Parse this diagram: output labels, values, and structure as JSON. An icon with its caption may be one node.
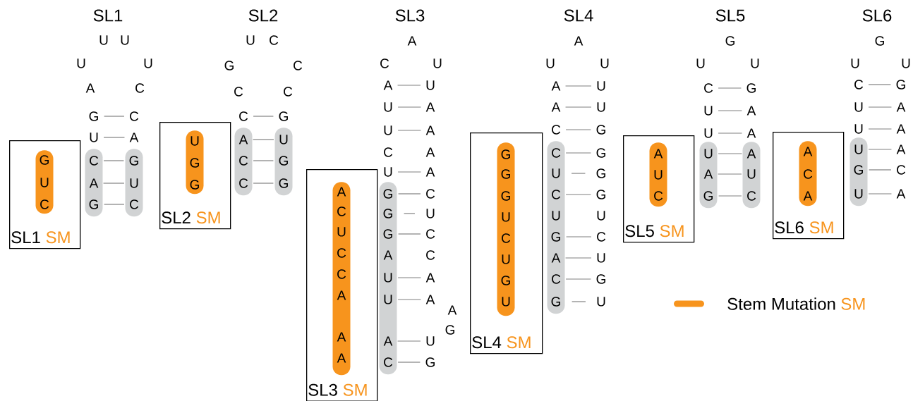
{
  "diagram": {
    "nodes": [
      {
        "text": [
          "SL1",
          "SM"
        ]
      },
      {
        "text": [
          "G",
          "U",
          "C"
        ],
        "in": 0
      },
      {
        "text": [],
        "shape": "bar"
      },
      {
        "text": [],
        "shape": "bar"
      },
      {
        "text": [
          "G"
        ]
      },
      {
        "text": [
          "C"
        ]
      },
      {
        "text": [
          "U"
        ]
      },
      {
        "text": [
          "A"
        ]
      },
      {
        "text": [
          "C"
        ],
        "in": 2
      },
      {
        "text": [
          "G"
        ],
        "in": 3
      },
      {
        "text": [
          "A"
        ],
        "in": 2
      },
      {
        "text": [
          "U"
        ],
        "in": 3
      },
      {
        "text": [
          "G"
        ],
        "in": 2
      },
      {
        "text": [
          "C"
        ],
        "in": 3
      },
      {
        "text": [
          "SL2",
          "SM"
        ]
      },
      {
        "text": [
          "U",
          "G",
          "G"
        ],
        "in": 14
      },
      {
        "text": [],
        "shape": "bar"
      },
      {
        "text": [],
        "shape": "bar"
      },
      {
        "text": [
          "C"
        ]
      },
      {
        "text": [
          "G"
        ]
      },
      {
        "text": [
          "A"
        ],
        "in": 16
      },
      {
        "text": [
          "U"
        ],
        "in": 17
      },
      {
        "text": [
          "C"
        ],
        "in": 16
      },
      {
        "text": [
          "G"
        ],
        "in": 17
      },
      {
        "text": [
          "C"
        ],
        "in": 16
      },
      {
        "text": [
          "G"
        ],
        "in": 17
      },
      {
        "text": [
          "SL3",
          "SM"
        ]
      },
      {
        "text": [
          "A",
          "C",
          "U",
          "C",
          "C",
          "A",
          "A",
          "A"
        ],
        "in": 26
      },
      {
        "text": [],
        "shape": "bar"
      },
      {
        "text": [
          "A"
        ]
      },
      {
        "text": [
          "U"
        ]
      },
      {
        "text": [
          "U"
        ]
      },
      {
        "text": [
          "A"
        ]
      },
      {
        "text": [
          "U"
        ]
      },
      {
        "text": [
          "A"
        ]
      },
      {
        "text": [
          "C"
        ]
      },
      {
        "text": [
          "A"
        ]
      },
      {
        "text": [
          "U"
        ]
      },
      {
        "text": [
          "A"
        ]
      },
      {
        "text": [
          "G"
        ],
        "in": 28
      },
      {
        "text": [
          "C"
        ]
      },
      {
        "text": [
          "G"
        ],
        "in": 28
      },
      {
        "text": [
          "U"
        ]
      },
      {
        "text": [
          "G"
        ],
        "in": 28
      },
      {
        "text": [
          "C"
        ]
      },
      {
        "text": [
          "A"
        ],
        "in": 28
      },
      {
        "text": [
          "C"
        ]
      },
      {
        "text": [
          "U"
        ],
        "in": 28
      },
      {
        "text": [
          "A"
        ]
      },
      {
        "text": [
          "U"
        ],
        "in": 28
      },
      {
        "text": [
          "A"
        ]
      },
      {
        "text": [
          "A"
        ],
        "in": 28
      },
      {
        "text": [
          "U"
        ]
      },
      {
        "text": [
          "C"
        ],
        "in": 28
      },
      {
        "text": [
          "G"
        ]
      },
      {
        "text": [
          "SL4",
          "SM"
        ]
      },
      {
        "text": [
          "G",
          "G",
          "G",
          "U",
          "C",
          "U",
          "G",
          "U"
        ],
        "in": 55
      },
      {
        "text": [],
        "shape": "bar"
      },
      {
        "text": [
          "A"
        ]
      },
      {
        "text": [
          "U"
        ]
      },
      {
        "text": [
          "A"
        ]
      },
      {
        "text": [
          "U"
        ]
      },
      {
        "text": [
          "C"
        ]
      },
      {
        "text": [
          "G"
        ]
      },
      {
        "text": [
          "C"
        ],
        "in": 57
      },
      {
        "text": [
          "G"
        ]
      },
      {
        "text": [
          "U"
        ],
        "in": 57
      },
      {
        "text": [
          "G"
        ]
      },
      {
        "text": [
          "C"
        ],
        "in": 57
      },
      {
        "text": [
          "G"
        ]
      },
      {
        "text": [
          "U"
        ],
        "in": 57
      },
      {
        "text": [
          "U"
        ]
      },
      {
        "text": [
          "G"
        ],
        "in": 57
      },
      {
        "text": [
          "C"
        ]
      },
      {
        "text": [
          "A"
        ],
        "in": 57
      },
      {
        "text": [
          "U"
        ]
      },
      {
        "text": [
          "C"
        ],
        "in": 57
      },
      {
        "text": [
          "G"
        ]
      },
      {
        "text": [
          "G"
        ],
        "in": 57
      },
      {
        "text": [
          "U"
        ]
      },
      {
        "text": [
          "SL5",
          "SM"
        ]
      },
      {
        "text": [
          "A",
          "U",
          "C"
        ],
        "in": 80
      },
      {
        "text": [],
        "shape": "bar"
      },
      {
        "text": [],
        "shape": "bar"
      },
      {
        "text": [
          "C"
        ]
      },
      {
        "text": [
          "G"
        ]
      },
      {
        "text": [
          "U"
        ]
      },
      {
        "text": [
          "A"
        ]
      },
      {
        "text": [
          "U"
        ]
      },
      {
        "text": [
          "A"
        ]
      },
      {
        "text": [
          "U"
        ],
        "in": 82
      },
      {
        "text": [
          "A"
        ],
        "in": 83
      },
      {
        "text": [
          "A"
        ],
        "in": 82
      },
      {
        "text": [
          "U"
        ],
        "in": 83
      },
      {
        "text": [
          "G"
        ],
        "in": 82
      },
      {
        "text": [
          "C"
        ],
        "in": 83
      },
      {
        "text": [
          "SL6",
          "SM"
        ]
      },
      {
        "text": [
          "A",
          "C",
          "A"
        ],
        "in": 96
      },
      {
        "text": [],
        "shape": "bar"
      },
      {
        "text": [
          "C"
        ]
      },
      {
        "text": [
          "G"
        ]
      },
      {
        "text": [
          "U"
        ]
      },
      {
        "text": [
          "A"
        ]
      },
      {
        "text": [
          "U"
        ]
      },
      {
        "text": [
          "A"
        ]
      },
      {
        "text": [
          "U"
        ],
        "in": 98
      },
      {
        "text": [
          "A"
        ]
      },
      {
        "text": [
          "G"
        ],
        "in": 98
      },
      {
        "text": [
          "C"
        ]
      },
      {
        "text": [
          "U"
        ],
        "in": 98
      },
      {
        "text": [
          "A"
        ]
      }
    ],
    "edges": [
      {
        "from": 4,
        "to": 5,
        "arrow": "none"
      },
      {
        "from": 6,
        "to": 7,
        "arrow": "none"
      },
      {
        "from": 8,
        "to": 9,
        "arrow": "none"
      },
      {
        "from": 10,
        "to": 11,
        "arrow": "none"
      },
      {
        "from": 12,
        "to": 13,
        "arrow": "none"
      },
      {
        "from": 18,
        "to": 19,
        "arrow": "none"
      },
      {
        "from": 20,
        "to": 21,
        "arrow": "none"
      },
      {
        "from": 22,
        "to": 23,
        "arrow": "none"
      },
      {
        "from": 24,
        "to": 25,
        "arrow": "none"
      },
      {
        "from": 29,
        "to": 30,
        "arrow": "none"
      },
      {
        "from": 31,
        "to": 32,
        "arrow": "none"
      },
      {
        "from": 33,
        "to": 34,
        "arrow": "none"
      },
      {
        "from": 37,
        "to": 38,
        "arrow": "none"
      },
      {
        "from": 39,
        "to": 40,
        "arrow": "none"
      },
      {
        "from": 41,
        "to": 42,
        "arrow": "none"
      },
      {
        "from": 43,
        "to": 44,
        "arrow": "none"
      },
      {
        "from": 47,
        "to": 48,
        "arrow": "none"
      },
      {
        "from": 49,
        "to": 50,
        "arrow": "none"
      },
      {
        "from": 51,
        "to": 52,
        "arrow": "none"
      },
      {
        "from": 53,
        "to": 54,
        "arrow": "none"
      },
      {
        "from": 58,
        "to": 59,
        "arrow": "none"
      },
      {
        "from": 60,
        "to": 61,
        "arrow": "none"
      },
      {
        "from": 62,
        "to": 63,
        "arrow": "none"
      },
      {
        "from": 64,
        "to": 65,
        "arrow": "none"
      },
      {
        "from": 66,
        "to": 67,
        "arrow": "none"
      },
      {
        "from": 68,
        "to": 69,
        "arrow": "none"
      },
      {
        "from": 72,
        "to": 73,
        "arrow": "none"
      },
      {
        "from": 74,
        "to": 75,
        "arrow": "none"
      },
      {
        "from": 76,
        "to": 77,
        "arrow": "none"
      },
      {
        "from": 78,
        "to": 79,
        "arrow": "none"
      },
      {
        "from": 84,
        "to": 85,
        "arrow": "none"
      },
      {
        "from": 86,
        "to": 87,
        "arrow": "none"
      },
      {
        "from": 88,
        "to": 89,
        "arrow": "none"
      },
      {
        "from": 90,
        "to": 91,
        "arrow": "none"
      },
      {
        "from": 92,
        "to": 93,
        "arrow": "none"
      },
      {
        "from": 94,
        "to": 95,
        "arrow": "none"
      },
      {
        "from": 99,
        "to": 100,
        "arrow": "none"
      },
      {
        "from": 101,
        "to": 102,
        "arrow": "none"
      },
      {
        "from": 103,
        "to": 104,
        "arrow": "none"
      },
      {
        "from": 105,
        "to": 106,
        "arrow": "none"
      },
      {
        "from": 107,
        "to": 108,
        "arrow": "none"
      },
      {
        "from": 109,
        "to": 110,
        "arrow": "none"
      }
    ],
    "labels": [
      "SL1",
      "U",
      "U",
      "U",
      "U",
      "A",
      "C",
      "SL2",
      "U",
      "C",
      "G",
      "C",
      "C",
      "C",
      "SL3",
      "A",
      "C",
      "U",
      "A",
      "G",
      "SL4",
      "A",
      "U",
      "U",
      "SL5",
      "G",
      "U",
      "U",
      "SL6",
      "G",
      "U",
      "U",
      "SM"
    ],
    "legend": [
      {
        "text": "Stem Mutation",
        "color": "#f7941d"
      }
    ]
  }
}
